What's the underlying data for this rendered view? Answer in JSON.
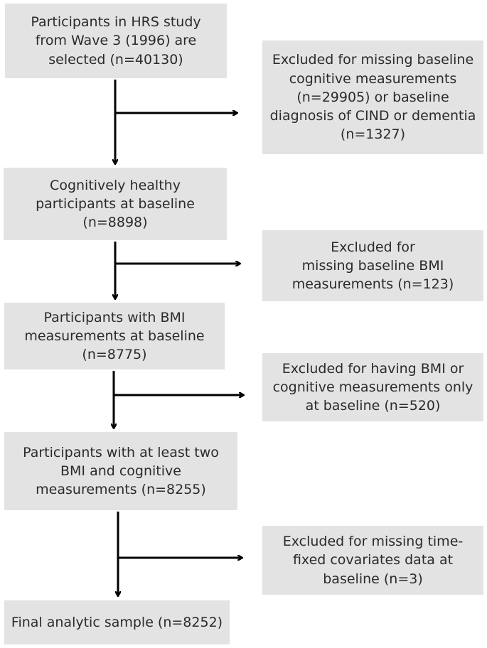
{
  "main_boxes": [
    {
      "lines": [
        "Participants in HRS study",
        "from Wave 3 (1996) are",
        "selected (n=40130)"
      ]
    },
    {
      "lines": [
        "Cognitively healthy",
        "participants at baseline",
        "(n=8898)"
      ]
    },
    {
      "lines": [
        "Participants with BMI",
        "measurements at baseline",
        "(n=8775)"
      ]
    },
    {
      "lines": [
        "Participants with at least two",
        "BMI and cognitive",
        "measurements (n=8255)"
      ]
    },
    {
      "lines": [
        "Final analytic sample (n=8252)"
      ]
    }
  ],
  "exclusion_boxes": [
    {
      "lines": [
        "Excluded for missing baseline",
        "cognitive measurements",
        "(n=29905) or baseline",
        "diagnosis of CIND or dementia",
        "(n=1327)"
      ]
    },
    {
      "lines": [
        "Excluded for",
        "missing baseline BMI",
        "measurements (n=123)"
      ]
    },
    {
      "lines": [
        "Excluded for having BMI or",
        "cognitive measurements only",
        "at baseline (n=520)"
      ]
    },
    {
      "lines": [
        "Excluded for missing time-",
        "fixed covariates data at",
        "baseline (n=3)"
      ]
    }
  ]
}
